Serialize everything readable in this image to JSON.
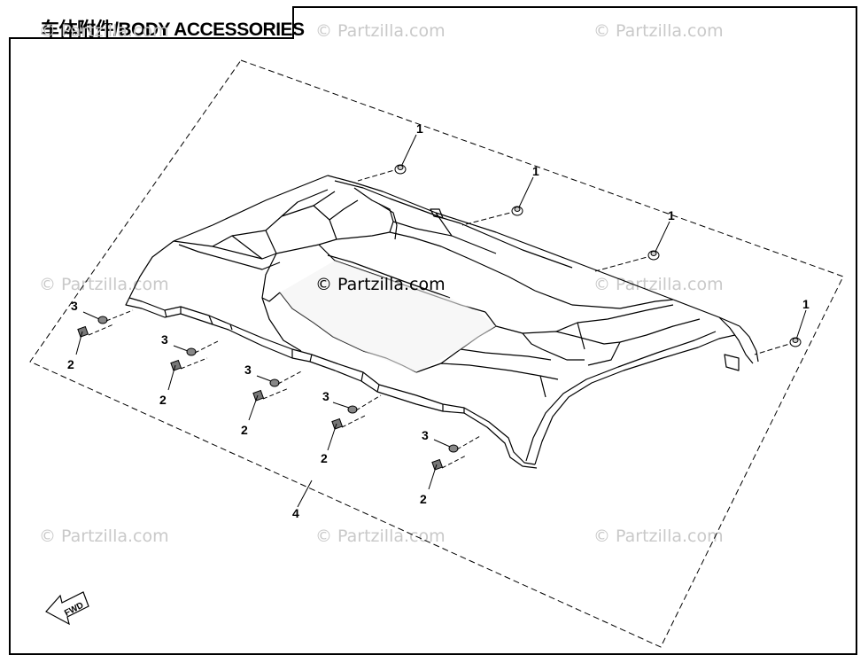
{
  "title": "车体附件/BODY ACCESSORIES",
  "watermarks": [
    "© Partzilla.com",
    "© Partzilla.com",
    "© Partzilla.com",
    "© Partzilla.com",
    "© Partzilla.com",
    "© Partzilla.com",
    "© Partzilla.com",
    "© Partzilla.com"
  ],
  "center_watermark": "© Partzilla.com",
  "callouts": {
    "bolt_1": "1",
    "bolt_2": "1",
    "bolt_3": "1",
    "bolt_4": "1",
    "nut_a": "2",
    "nut_b": "2",
    "nut_c": "2",
    "nut_d": "2",
    "nut_e": "2",
    "washer_a": "3",
    "washer_b": "3",
    "washer_c": "3",
    "washer_d": "3",
    "washer_e": "3",
    "panel": "4"
  },
  "fwd_label": "FWD",
  "colors": {
    "line": "#000000",
    "watermark": "#c9c9c9",
    "shade": "#e6e6e6"
  }
}
